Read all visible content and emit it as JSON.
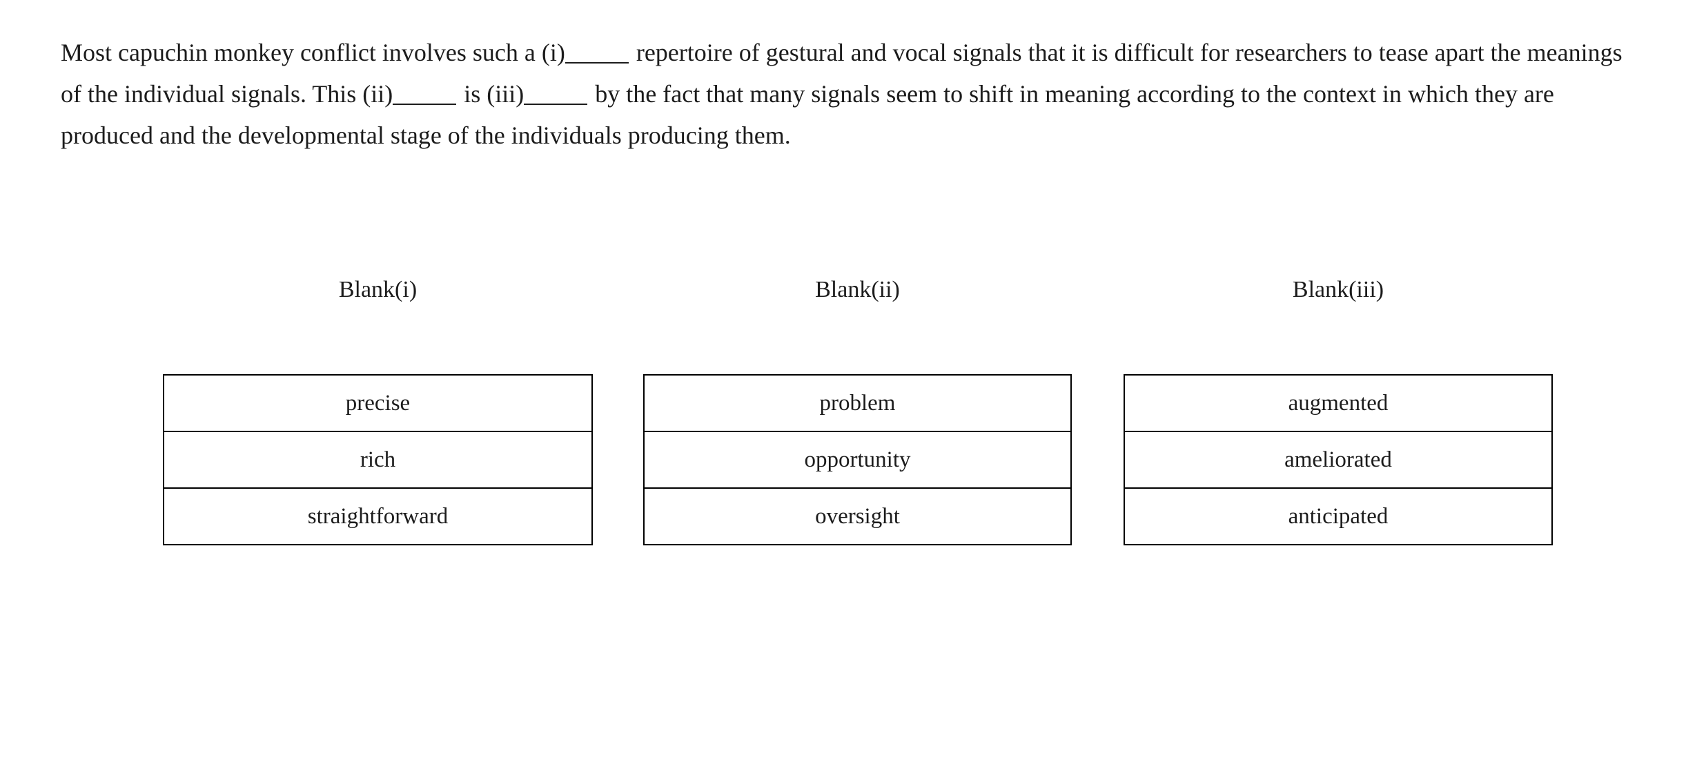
{
  "passage": {
    "segments": [
      {
        "type": "text",
        "value": "Most capuchin monkey conflict involves such a (i)"
      },
      {
        "type": "blank",
        "value": "______"
      },
      {
        "type": "text",
        "value": " repertoire of gestural and vocal signals that it is difficult for researchers to tease apart the meanings of the individual signals. This (ii)"
      },
      {
        "type": "blank",
        "value": "______"
      },
      {
        "type": "text",
        "value": " is (iii)"
      },
      {
        "type": "blank",
        "value": "______"
      },
      {
        "type": "text",
        "value": " by the fact that many signals seem to shift in meaning according to the context in which they are produced and the developmental stage of the individuals producing them."
      }
    ],
    "full_text": "Most capuchin monkey conflict involves such a (i)______ repertoire of gestural and vocal signals that it is difficult for researchers to tease apart the meanings of the individual signals. This (ii)______ is (iii)______ by the fact that many signals seem to shift in meaning according to the context in which they are produced and the developmental stage of the individuals producing them."
  },
  "blank_groups": [
    {
      "header": "Blank(i)",
      "options": [
        "precise",
        "rich",
        "straightforward"
      ]
    },
    {
      "header": "Blank(ii)",
      "options": [
        "problem",
        "opportunity",
        "oversight"
      ]
    },
    {
      "header": "Blank(iii)",
      "options": [
        "augmented",
        "ameliorated",
        "anticipated"
      ]
    }
  ],
  "colors": {
    "background": "#ffffff",
    "text": "#1c1c1c",
    "border": "#000000"
  }
}
